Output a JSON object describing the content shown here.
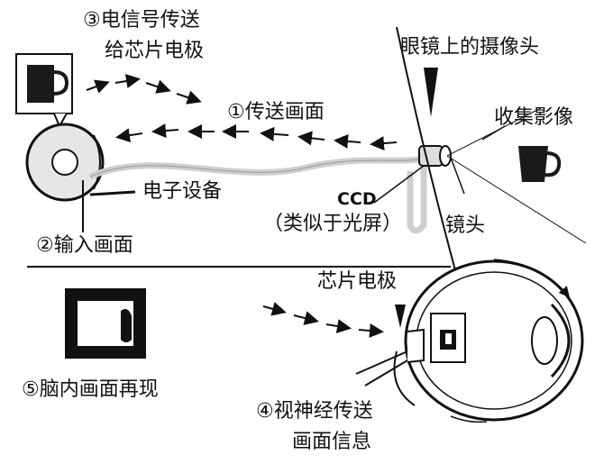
{
  "labels": {
    "step3_line1": "③电信号传送",
    "step3_line2": "给芯片电极",
    "camera_glasses": "眼镜上的摄像头",
    "step1": "①传送画面",
    "capture": "收集影像",
    "device": "电子设备",
    "ccd": "CCD",
    "ccd_note": "（类似于光屏）",
    "lens": "镜头",
    "step2": "②输入画面",
    "chip_electrode": "芯片电极",
    "step5": "⑤脑内画面再现",
    "step4_line1": "④视神经传送",
    "step4_line2": "画面信息"
  },
  "colors": {
    "ink": "#111111",
    "mug": "#1a1a1a",
    "cable": "#cfcfcf"
  }
}
